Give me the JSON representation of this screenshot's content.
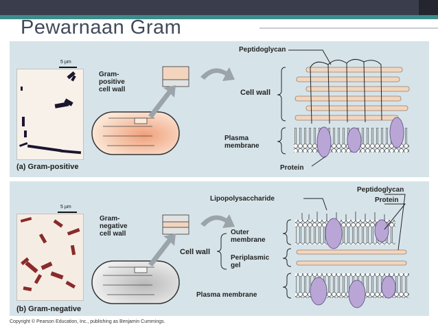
{
  "slide": {
    "title": "Pewarnaan Gram",
    "copyright": "Copyright © Pearson Education, Inc., publishing as Benjamin Cummings."
  },
  "panel_a": {
    "caption": "(a) Gram-positive",
    "scale": "5 µm",
    "wall_label": "Gram-\npositive\ncell wall",
    "peptidoglycan": "Peptidoglycan",
    "cell_wall": "Cell wall",
    "plasma_membrane": "Plasma\nmembrane",
    "protein": "Protein"
  },
  "panel_b": {
    "caption": "(b) Gram-negative",
    "scale": "5 µm",
    "wall_label": "Gram-\nnegative\ncell wall",
    "lipopolysaccharide": "Lipopolysaccharide",
    "peptidoglycan": "Peptidoglycan",
    "protein": "Protein",
    "cell_wall": "Cell wall",
    "outer_membrane": "Outer\nmembrane",
    "periplasmic_gel": "Periplasmic\ngel",
    "plasma_membrane": "Plasma membrane"
  },
  "colors": {
    "panel_bg": "#d6e4ea",
    "protein": "#b9a6d6",
    "peptidoglycan": "#f1d6bf",
    "gram_positive_stain": "#1b1530",
    "gram_negative_stain": "#8a2a2a"
  }
}
